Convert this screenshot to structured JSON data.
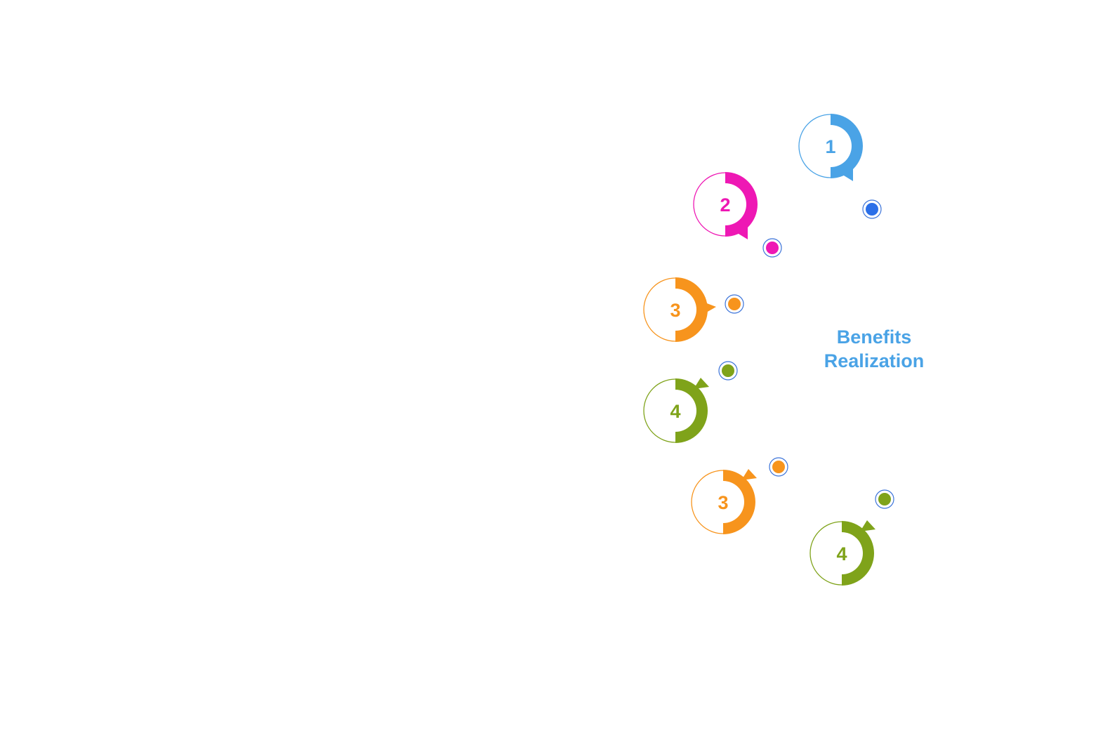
{
  "center_title": {
    "line1": "Benefits",
    "line2": "Realization",
    "color": "#4aa3e6"
  },
  "steps": [
    {
      "label": "1",
      "color": "#4aa3e6",
      "dot_color": "#2b6fe8",
      "arrow_dir": "down"
    },
    {
      "label": "2",
      "color": "#ee18b4",
      "dot_color": "#ee18b4",
      "arrow_dir": "down"
    },
    {
      "label": "3",
      "color": "#f7941d",
      "dot_color": "#f7941d",
      "arrow_dir": "right"
    },
    {
      "label": "4",
      "color": "#7fa31a",
      "dot_color": "#7fa31a",
      "arrow_dir": "up"
    },
    {
      "label": "3",
      "color": "#f7941d",
      "dot_color": "#f7941d",
      "arrow_dir": "up"
    },
    {
      "label": "4",
      "color": "#7fa31a",
      "dot_color": "#7fa31a",
      "arrow_dir": "up"
    }
  ],
  "dot_ring_color": "#3b73d9"
}
